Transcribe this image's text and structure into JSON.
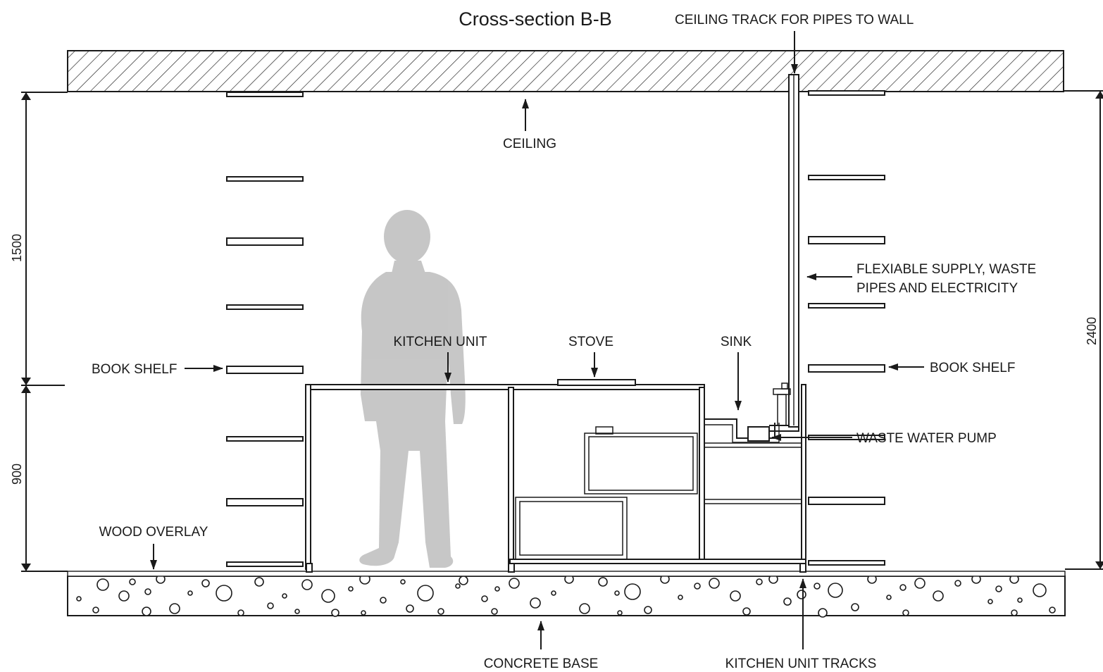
{
  "title": "Cross-section B-B",
  "labels": {
    "ceiling_track": "CEILING TRACK FOR PIPES TO WALL",
    "ceiling": "CEILING",
    "flex_line1": "FLEXIABLE SUPPLY, WASTE",
    "flex_line2": "PIPES AND ELECTRICITY",
    "kitchen_unit": "KITCHEN UNIT",
    "stove": "STOVE",
    "sink": "SINK",
    "book_shelf_left": "BOOK SHELF",
    "book_shelf_right": "BOOK SHELF",
    "waste_water_pump": "WASTE WATER PUMP",
    "wood_overlay": "WOOD OVERLAY",
    "concrete_base": "CONCRETE BASE",
    "kitchen_unit_tracks": "KITCHEN UNIT TRACKS"
  },
  "dimensions": {
    "upper": "1500",
    "lower": "900",
    "total": "2400"
  },
  "colors": {
    "line": "#1a1a1a",
    "silhouette": "#c4c4c4",
    "background": "#ffffff"
  },
  "icons": {
    "person": "person-silhouette-icon"
  }
}
